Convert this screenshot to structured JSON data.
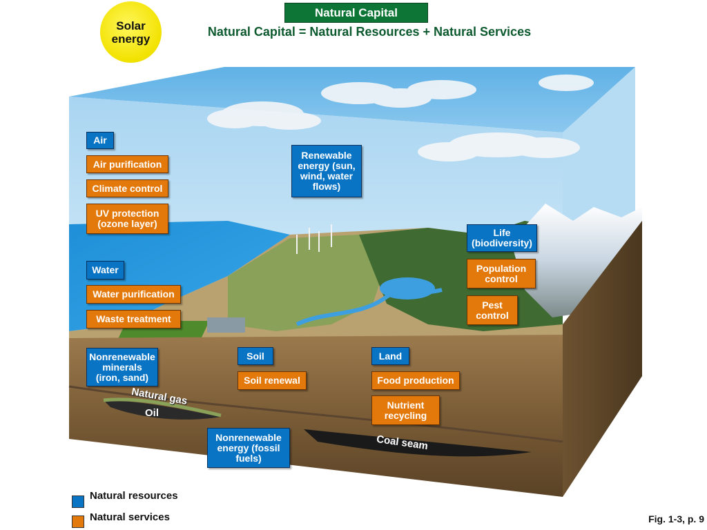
{
  "title": "Natural Capital",
  "subtitle": "Natural Capital = Natural Resources + Natural Services",
  "sun_label_line1": "Solar",
  "sun_label_line2": "energy",
  "figure_ref": "Fig. 1-3, p. 9",
  "legend": {
    "resources_label": "Natural resources",
    "services_label": "Natural services",
    "resources_color": "#0a74c4",
    "services_color": "#e3780b"
  },
  "resources": {
    "air": "Air",
    "water": "Water",
    "minerals": "Nonrenewable minerals (iron, sand)",
    "renewable_energy": "Renewable energy (sun, wind, water flows)",
    "soil": "Soil",
    "land": "Land",
    "life": "Life (biodiversity)",
    "fossil": "Nonrenewable energy (fossil fuels)"
  },
  "services": {
    "air_purification": "Air purification",
    "climate_control": "Climate control",
    "uv_protection": "UV protection (ozone layer)",
    "water_purification": "Water purification",
    "waste_treatment": "Waste treatment",
    "soil_renewal": "Soil renewal",
    "food_production": "Food production",
    "nutrient_recycling": "Nutrient recycling",
    "population_control": "Population control",
    "pest_control": "Pest control"
  },
  "geology": {
    "natural_gas": "Natural gas",
    "oil": "Oil",
    "coal_seam": "Coal seam"
  }
}
